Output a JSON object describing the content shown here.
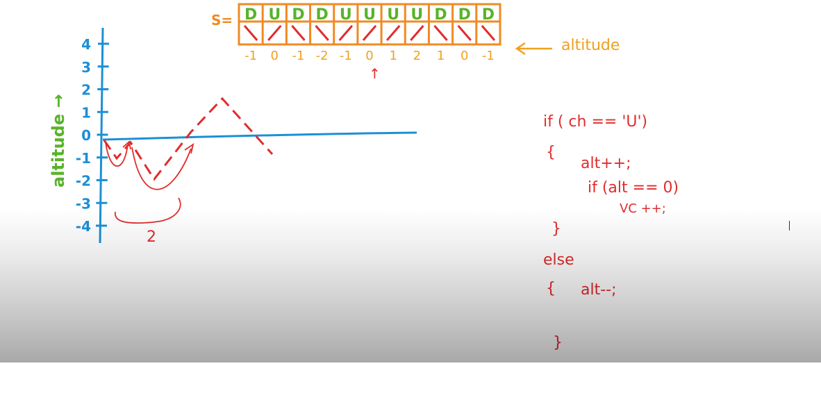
{
  "colors": {
    "orange": "#f08a22",
    "green": "#58b32a",
    "blue": "#1c8fd6",
    "red": "#e02c2c",
    "yellow": "#f0a020"
  },
  "array": {
    "label": "S=",
    "steps": [
      "D",
      "U",
      "D",
      "D",
      "U",
      "U",
      "U",
      "U",
      "D",
      "D",
      "D"
    ],
    "altitudes": [
      "-1",
      "0",
      "-1",
      "-2",
      "-1",
      "0",
      "1",
      "2",
      "1",
      "0",
      "-1"
    ],
    "annotation": "altitude",
    "pointer": "↑"
  },
  "graph": {
    "ylabel": "altitude →",
    "ticks": [
      "4",
      "3",
      "2",
      "1",
      "0",
      "-1",
      "-2",
      "-3",
      "-4"
    ],
    "brace_label": "2"
  },
  "code": {
    "lines": [
      "if ( ch == 'U')",
      "{",
      "alt++;",
      "if (alt == 0)",
      "VC ++;",
      "}",
      "else",
      "{",
      "alt--;",
      "}"
    ]
  }
}
